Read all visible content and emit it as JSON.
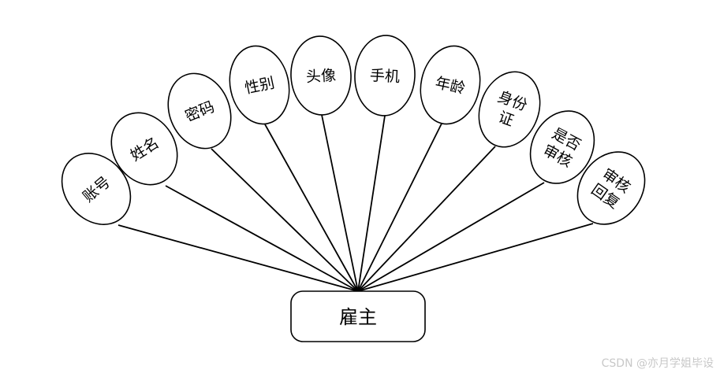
{
  "entity": {
    "label": "雇主"
  },
  "attributes": [
    {
      "lines": [
        "账号"
      ]
    },
    {
      "lines": [
        "姓名"
      ]
    },
    {
      "lines": [
        "密码"
      ]
    },
    {
      "lines": [
        "性别"
      ]
    },
    {
      "lines": [
        "头像"
      ]
    },
    {
      "lines": [
        "手机"
      ]
    },
    {
      "lines": [
        "年龄"
      ]
    },
    {
      "lines": [
        "身份",
        "证"
      ]
    },
    {
      "lines": [
        "是否",
        "审核"
      ]
    },
    {
      "lines": [
        "审核",
        "回复"
      ]
    }
  ],
  "watermark": "CSDN @亦月学姐毕设"
}
